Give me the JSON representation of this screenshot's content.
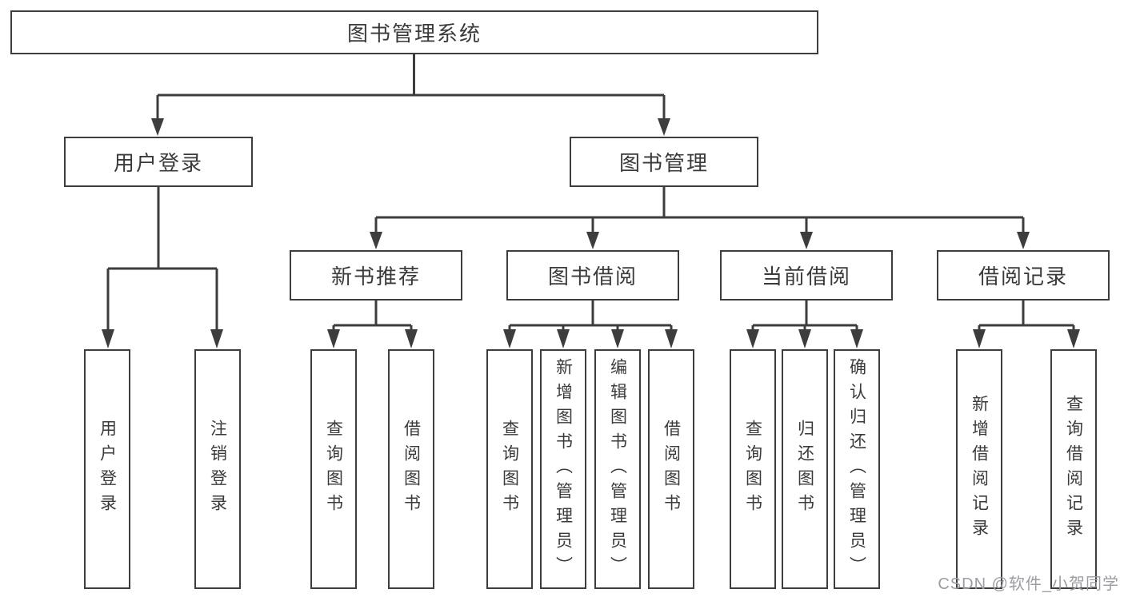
{
  "diagram_type": "hierarchy-tree",
  "watermark": {
    "text": "CSDN @软件_小贺同学"
  },
  "tree": {
    "label": "图书管理系统",
    "children": [
      {
        "label": "用户登录",
        "children": [
          {
            "label": "用户登录"
          },
          {
            "label": "注销登录"
          }
        ]
      },
      {
        "label": "图书管理",
        "children": [
          {
            "label": "新书推荐",
            "children": [
              {
                "label": "查询图书"
              },
              {
                "label": "借阅图书"
              }
            ]
          },
          {
            "label": "图书借阅",
            "children": [
              {
                "label": "查询图书"
              },
              {
                "label": "新增图书（管理员）"
              },
              {
                "label": "编辑图书（管理员）"
              },
              {
                "label": "借阅图书"
              }
            ]
          },
          {
            "label": "当前借阅",
            "children": [
              {
                "label": "查询图书"
              },
              {
                "label": "归还图书"
              },
              {
                "label": "确认归还（管理员）"
              }
            ]
          },
          {
            "label": "借阅记录",
            "children": [
              {
                "label": "新增借阅记录"
              },
              {
                "label": "查询借阅记录"
              }
            ]
          }
        ]
      }
    ]
  }
}
